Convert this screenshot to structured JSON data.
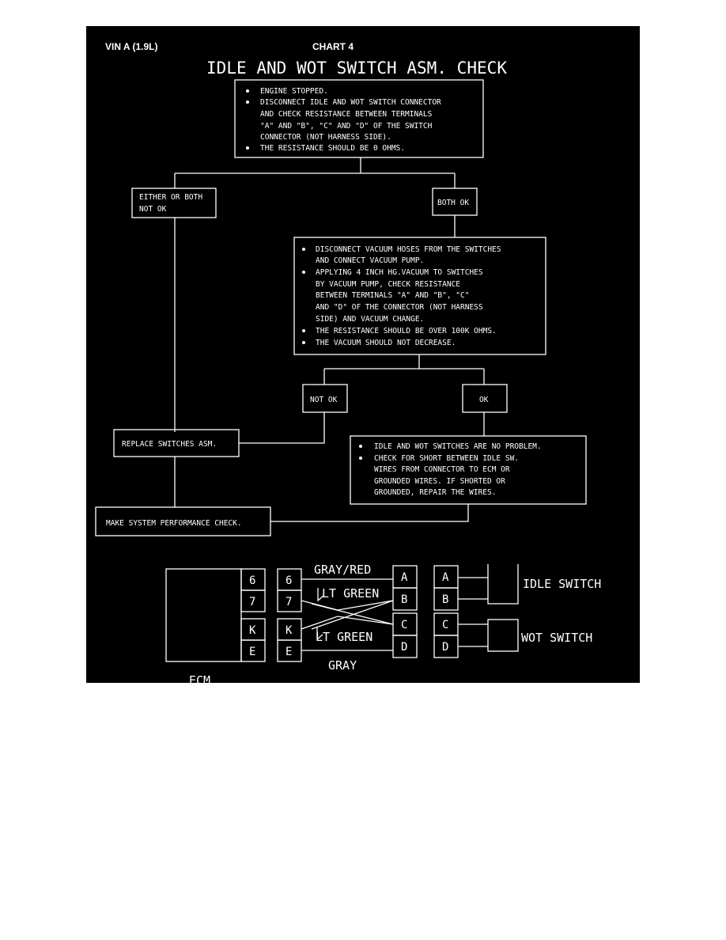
{
  "header": {
    "vin": "VIN A (1.9L)",
    "chart": "CHART 4"
  },
  "title": "IDLE AND WOT SWITCH ASM. CHECK",
  "steps": {
    "start": [
      "ENGINE STOPPED.",
      "DISCONNECT IDLE AND WOT SWITCH CONNECTOR",
      "AND CHECK RESISTANCE BETWEEN TERMINALS",
      "\"A\" AND \"B\", \"C\" AND \"D\" OF THE SWITCH",
      "CONNECTOR (NOT HARNESS SIDE).",
      "THE RESISTANCE SHOULD BE 0 OHMS."
    ],
    "either_not_ok": [
      "EITHER OR BOTH",
      "NOT OK"
    ],
    "both_ok": "BOTH OK",
    "vacuum": [
      "DISCONNECT VACUUM HOSES FROM THE SWITCHES",
      "AND CONNECT VACUUM PUMP.",
      "APPLYING 4 INCH HG.VACUUM TO SWITCHES",
      "BY VACUUM PUMP, CHECK RESISTANCE",
      "BETWEEN TERMINALS \"A\" AND \"B\", \"C\"",
      "AND \"D\" OF THE CONNECTOR (NOT HARNESS",
      "SIDE) AND VACUUM CHANGE.",
      "THE RESISTANCE SHOULD BE OVER 100K OHMS.",
      "THE VACUUM SHOULD NOT DECREASE."
    ],
    "not_ok": "NOT OK",
    "ok": "OK",
    "replace": "REPLACE SWITCHES ASM.",
    "no_problem": [
      "IDLE AND WOT SWITCHES ARE NO PROBLEM.",
      "CHECK FOR SHORT BETWEEN IDLE SW.",
      "WIRES FROM CONNECTOR TO ECM OR",
      "GROUNDED WIRES.  IF SHORTED OR",
      "GROUNDED, REPAIR THE WIRES."
    ],
    "performance": "MAKE SYSTEM PERFORMANCE CHECK."
  },
  "wiring": {
    "ecm_pins": [
      "6",
      "7",
      "K",
      "E"
    ],
    "harness_pins": [
      "6",
      "7",
      "K",
      "E"
    ],
    "connector_pins": [
      "A",
      "B",
      "C",
      "D"
    ],
    "switch_pins": [
      "A",
      "B",
      "C",
      "D"
    ],
    "wires": {
      "gray_red": "GRAY/RED",
      "lt_green_top": "LT GREEN",
      "lt_green_bottom": "LT GREEN",
      "gray": "GRAY"
    },
    "idle_switch": "IDLE SWITCH",
    "wot_switch": "WOT SWITCH",
    "ecm": "ECM"
  },
  "colors": {
    "background": "#000000",
    "ink": "#ffffff"
  }
}
